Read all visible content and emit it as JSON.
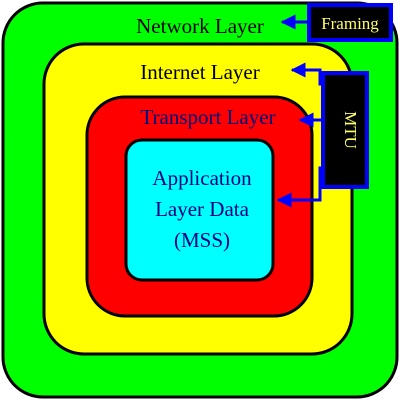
{
  "diagram": {
    "layers": {
      "network": {
        "label": "Network Layer",
        "color": "#00ff00"
      },
      "internet": {
        "label": "Internet Layer",
        "color": "#ffff00"
      },
      "transport": {
        "label": "Transport Layer",
        "color": "#ff0000",
        "text_color": "#000080"
      },
      "application": {
        "lines": [
          "Application",
          "Layer Data",
          "(MSS)"
        ],
        "color": "#00ffff",
        "text_color": "#000080"
      }
    },
    "callouts": {
      "framing": {
        "label": "Framing",
        "bg": "#000000",
        "text_color": "#ffff66",
        "border": "#0000ff"
      },
      "mtu": {
        "label": "MTU",
        "bg": "#000000",
        "text_color": "#ffff66",
        "border": "#0000ff"
      }
    },
    "arrow_color": "#0000ff"
  }
}
